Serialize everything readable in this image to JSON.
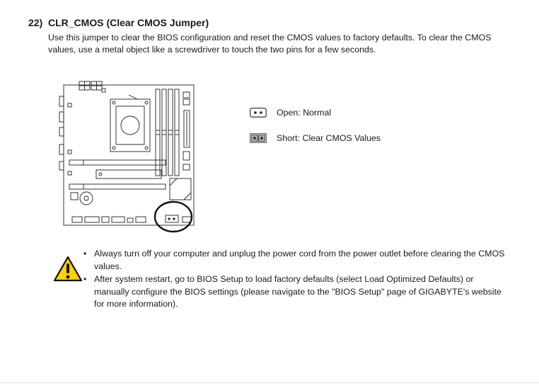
{
  "doc": {
    "section_number": "22)",
    "section_title": "CLR_CMOS (Clear CMOS Jumper)",
    "intro": "Use this jumper to clear the BIOS configuration and reset the CMOS values to factory defaults. To clear the CMOS values, use a metal object like a screwdriver to touch the two pins for a few seconds.",
    "legend": {
      "open_label": "Open: Normal",
      "short_label": "Short: Clear CMOS Values"
    },
    "warnings": [
      "Always turn off your computer and unplug the power cord from the power outlet before clearing the CMOS values.",
      "After system restart, go to BIOS Setup to load factory defaults (select Load Optimized Defaults) or manually configure the BIOS settings (please navigate to the \"BIOS Setup\" page of GIGABYTE's website for more information)."
    ],
    "bullet_char": "•",
    "icons": {
      "jumper_open": "jumper-open-icon",
      "jumper_short": "jumper-short-icon",
      "warning": "warning-triangle-icon",
      "diagram": "motherboard-diagram",
      "highlight": "cmos-jumper-highlight-circle"
    },
    "colors": {
      "warning_yellow": "#FFD200",
      "line_color": "#1f1f1f"
    }
  }
}
